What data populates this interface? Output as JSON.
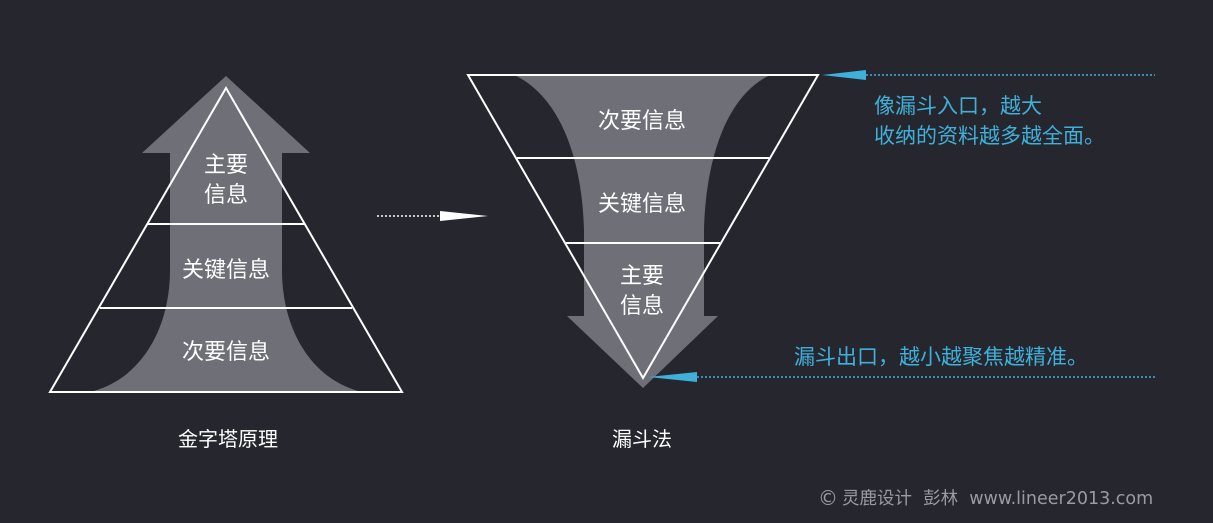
{
  "colors": {
    "background": "#26262f",
    "arrow_fill": "#6f6f78",
    "outline": "#ffffff",
    "label": "#ffffff",
    "accent": "#3fb0d9",
    "copyright": "#9a9aa2"
  },
  "pyramid": {
    "levels": [
      "主要",
      "信息",
      "关键信息",
      "次要信息"
    ],
    "caption": "金字塔原理"
  },
  "funnel": {
    "levels": [
      "次要信息",
      "关键信息",
      "主要",
      "信息"
    ],
    "caption": "漏斗法"
  },
  "annotations": {
    "entrance_line1": "像漏斗入口，越大",
    "entrance_line2": "收纳的资料越多越全面。",
    "exit": "漏斗出口，越小越聚焦越精准。"
  },
  "copyright": {
    "symbol": "©",
    "text": "灵鹿设计  彭林  www.lineer2013.com"
  }
}
